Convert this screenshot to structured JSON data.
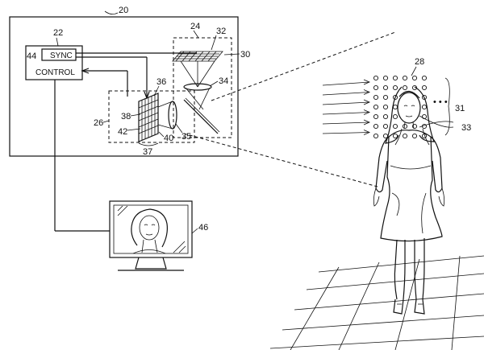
{
  "labels": {
    "system": "20",
    "control_unit": "22",
    "sync_ref": "44",
    "sync_text": "SYNC",
    "control_text": "CONTROL",
    "projector": "24",
    "grating": "32",
    "grating_ref": "30",
    "lens_top": "34",
    "camera": "26",
    "sensor": "36",
    "sensor_a": "38",
    "sensor_b": "42",
    "sensor_c": "40",
    "lens_cam": "35",
    "sensor_group": "37",
    "monitor": "46",
    "dot_grid": "28",
    "dot_ellipsis": "• • •",
    "beams_ref": "31",
    "rows_ref": "33"
  },
  "icons": {
    "monitor": "face-on-display-icon",
    "person": "standing-woman-figure"
  }
}
